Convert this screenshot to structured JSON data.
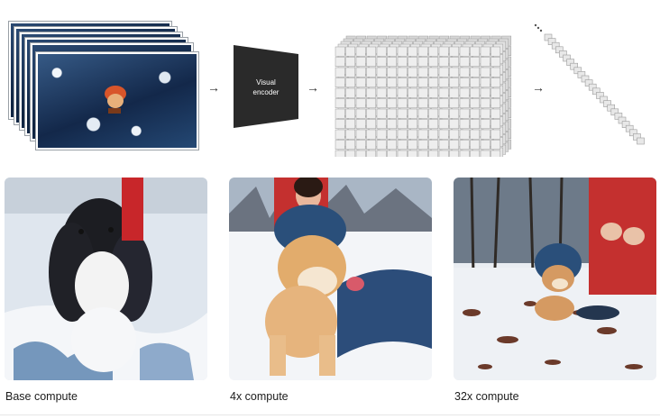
{
  "diagram": {
    "encoder_label_line1": "Visual",
    "encoder_label_line2": "encoder",
    "arrow_glyph": "→"
  },
  "samples": [
    {
      "caption": "Base compute"
    },
    {
      "caption": "4x compute"
    },
    {
      "caption": "32x compute"
    }
  ],
  "colors": {
    "encoder": "#2a2a2a",
    "frame_sky": "#1d3b61",
    "snow": "#eef2f7",
    "jacket_red": "#c62a2a",
    "hat_blue": "#2a4f7a",
    "dog_tan": "#e0a865"
  }
}
